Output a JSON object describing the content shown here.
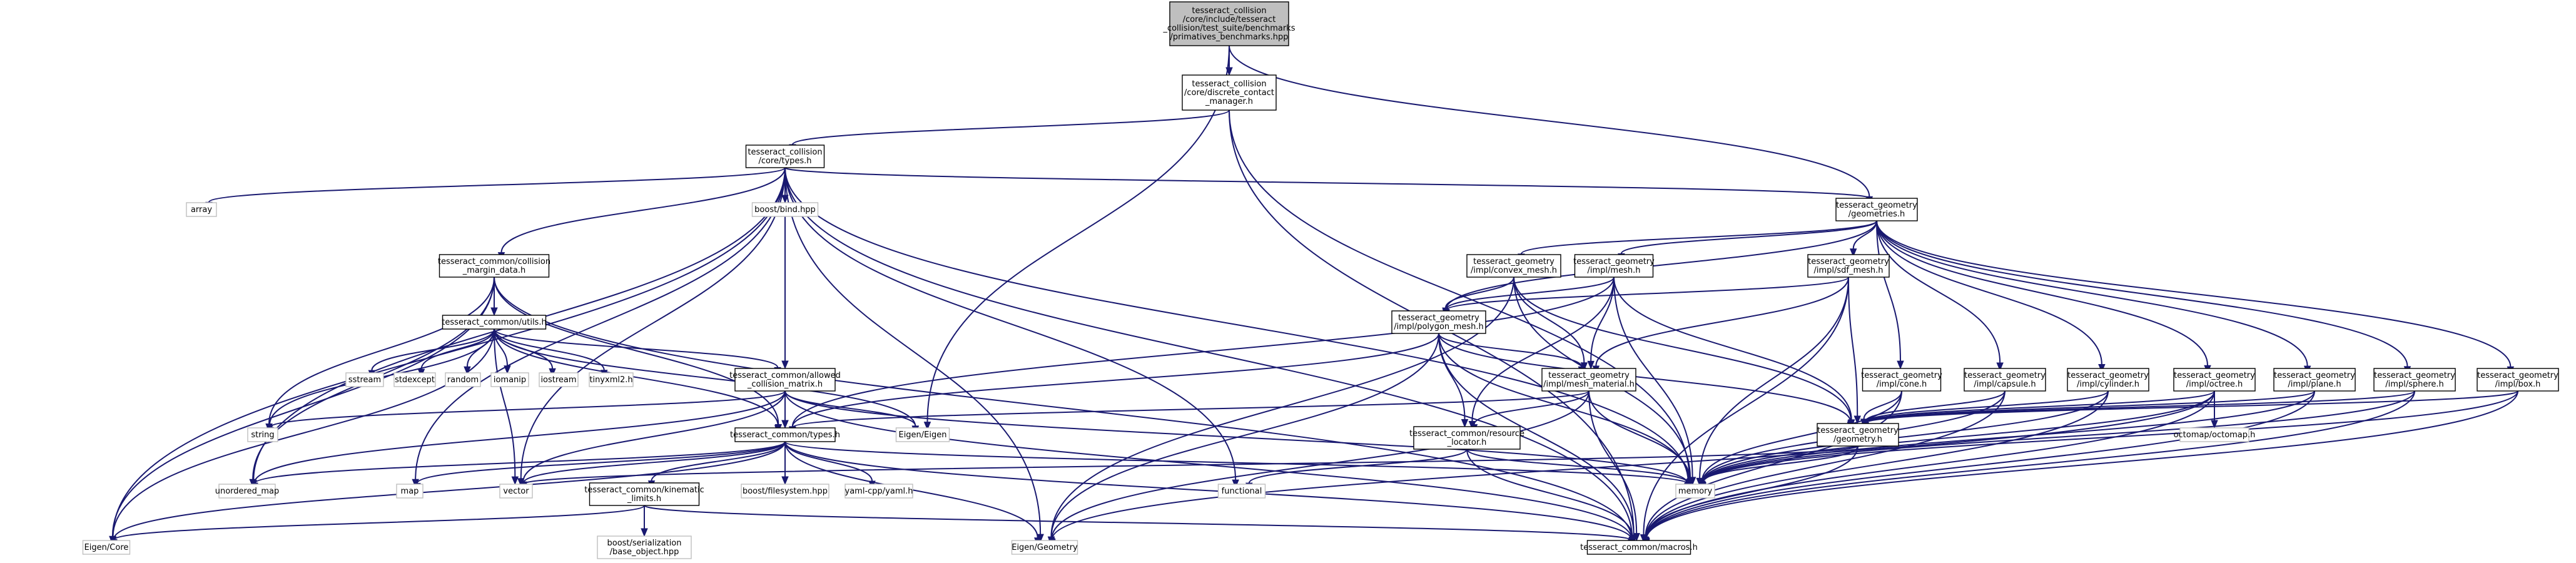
{
  "diagram": {
    "type": "include-dependency-graph",
    "nodes": [
      {
        "id": "root",
        "kind": "root",
        "lines": [
          "tesseract_collision",
          "/core/include/tesseract",
          "_collision/test_suite/benchmarks",
          "/primatives_benchmarks.hpp"
        ]
      },
      {
        "id": "dcm",
        "kind": "doc",
        "lines": [
          "tesseract_collision",
          "/core/discrete_contact",
          "_manager.h"
        ]
      },
      {
        "id": "ctypes",
        "kind": "doc",
        "lines": [
          "tesseract_collision",
          "/core/types.h"
        ]
      },
      {
        "id": "geometries",
        "kind": "doc",
        "lines": [
          "tesseract_geometry",
          "/geometries.h"
        ]
      },
      {
        "id": "array",
        "kind": "ext",
        "lines": [
          "array"
        ]
      },
      {
        "id": "boostbind",
        "kind": "ext",
        "lines": [
          "boost/bind.hpp"
        ]
      },
      {
        "id": "cmd",
        "kind": "doc",
        "lines": [
          "tesseract_common/collision",
          "_margin_data.h"
        ]
      },
      {
        "id": "utils",
        "kind": "doc",
        "lines": [
          "tesseract_common/utils.h"
        ]
      },
      {
        "id": "sstream",
        "kind": "ext",
        "lines": [
          "sstream"
        ]
      },
      {
        "id": "stdexcept",
        "kind": "ext",
        "lines": [
          "stdexcept"
        ]
      },
      {
        "id": "random",
        "kind": "ext",
        "lines": [
          "random"
        ]
      },
      {
        "id": "iomanip",
        "kind": "ext",
        "lines": [
          "iomanip"
        ]
      },
      {
        "id": "iostream",
        "kind": "ext",
        "lines": [
          "iostream"
        ]
      },
      {
        "id": "tinyxml2",
        "kind": "ext",
        "lines": [
          "tinyxml2.h"
        ]
      },
      {
        "id": "acm",
        "kind": "doc",
        "lines": [
          "tesseract_common/allowed",
          "_collision_matrix.h"
        ]
      },
      {
        "id": "string",
        "kind": "ext",
        "lines": [
          "string"
        ]
      },
      {
        "id": "eigen",
        "kind": "ext",
        "lines": [
          "Eigen/Eigen"
        ]
      },
      {
        "id": "commontypes",
        "kind": "doc",
        "lines": [
          "tesseract_common/types.h"
        ]
      },
      {
        "id": "umap",
        "kind": "ext",
        "lines": [
          "unordered_map"
        ]
      },
      {
        "id": "map",
        "kind": "ext",
        "lines": [
          "map"
        ]
      },
      {
        "id": "vector",
        "kind": "ext",
        "lines": [
          "vector"
        ]
      },
      {
        "id": "kinlim",
        "kind": "doc",
        "lines": [
          "tesseract_common/kinematic",
          "_limits.h"
        ]
      },
      {
        "id": "bfs",
        "kind": "ext",
        "lines": [
          "boost/filesystem.hpp"
        ]
      },
      {
        "id": "yaml",
        "kind": "ext",
        "lines": [
          "yaml-cpp/yaml.h"
        ]
      },
      {
        "id": "functional",
        "kind": "ext",
        "lines": [
          "functional"
        ]
      },
      {
        "id": "bser",
        "kind": "ext",
        "lines": [
          "boost/serialization",
          "/base_object.hpp"
        ]
      },
      {
        "id": "eigencore",
        "kind": "ext",
        "lines": [
          "Eigen/Core"
        ]
      },
      {
        "id": "eigengeom",
        "kind": "ext",
        "lines": [
          "Eigen/Geometry"
        ]
      },
      {
        "id": "macros",
        "kind": "doc",
        "lines": [
          "tesseract_common/macros.h"
        ]
      },
      {
        "id": "memory",
        "kind": "ext",
        "lines": [
          "memory"
        ]
      },
      {
        "id": "convex",
        "kind": "doc",
        "lines": [
          "tesseract_geometry",
          "/impl/convex_mesh.h"
        ]
      },
      {
        "id": "mesh",
        "kind": "doc",
        "lines": [
          "tesseract_geometry",
          "/impl/mesh.h"
        ]
      },
      {
        "id": "sdf",
        "kind": "doc",
        "lines": [
          "tesseract_geometry",
          "/impl/sdf_mesh.h"
        ]
      },
      {
        "id": "polygon",
        "kind": "doc",
        "lines": [
          "tesseract_geometry",
          "/impl/polygon_mesh.h"
        ]
      },
      {
        "id": "meshmat",
        "kind": "doc",
        "lines": [
          "tesseract_geometry",
          "/impl/mesh_material.h"
        ]
      },
      {
        "id": "resloc",
        "kind": "doc",
        "lines": [
          "tesseract_common/resource",
          "_locator.h"
        ]
      },
      {
        "id": "geometry",
        "kind": "doc",
        "lines": [
          "tesseract_geometry",
          "/geometry.h"
        ]
      },
      {
        "id": "cone",
        "kind": "doc",
        "lines": [
          "tesseract_geometry",
          "/impl/cone.h"
        ]
      },
      {
        "id": "capsule",
        "kind": "doc",
        "lines": [
          "tesseract_geometry",
          "/impl/capsule.h"
        ]
      },
      {
        "id": "cylinder",
        "kind": "doc",
        "lines": [
          "tesseract_geometry",
          "/impl/cylinder.h"
        ]
      },
      {
        "id": "octree",
        "kind": "doc",
        "lines": [
          "tesseract_geometry",
          "/impl/octree.h"
        ]
      },
      {
        "id": "plane",
        "kind": "doc",
        "lines": [
          "tesseract_geometry",
          "/impl/plane.h"
        ]
      },
      {
        "id": "sphere",
        "kind": "doc",
        "lines": [
          "tesseract_geometry",
          "/impl/sphere.h"
        ]
      },
      {
        "id": "box",
        "kind": "doc",
        "lines": [
          "tesseract_geometry",
          "/impl/box.h"
        ]
      },
      {
        "id": "octomap",
        "kind": "ext",
        "lines": [
          "octomap/octomap.h"
        ]
      }
    ],
    "edges": [
      [
        "root",
        "dcm"
      ],
      [
        "root",
        "geometries"
      ],
      [
        "root",
        "eigen"
      ],
      [
        "dcm",
        "ctypes"
      ],
      [
        "dcm",
        "macros"
      ],
      [
        "dcm",
        "memory"
      ],
      [
        "ctypes",
        "array"
      ],
      [
        "ctypes",
        "boostbind"
      ],
      [
        "ctypes",
        "cmd"
      ],
      [
        "ctypes",
        "acm"
      ],
      [
        "ctypes",
        "commontypes"
      ],
      [
        "ctypes",
        "geometries"
      ],
      [
        "ctypes",
        "umap"
      ],
      [
        "ctypes",
        "vector"
      ],
      [
        "ctypes",
        "functional"
      ],
      [
        "ctypes",
        "eigencore"
      ],
      [
        "ctypes",
        "eigengeom"
      ],
      [
        "ctypes",
        "macros"
      ],
      [
        "ctypes",
        "memory"
      ],
      [
        "ctypes",
        "map"
      ],
      [
        "cmd",
        "utils"
      ],
      [
        "cmd",
        "eigencore"
      ],
      [
        "cmd",
        "umap"
      ],
      [
        "cmd",
        "string"
      ],
      [
        "cmd",
        "commontypes"
      ],
      [
        "cmd",
        "macros"
      ],
      [
        "utils",
        "sstream"
      ],
      [
        "utils",
        "stdexcept"
      ],
      [
        "utils",
        "random"
      ],
      [
        "utils",
        "iomanip"
      ],
      [
        "utils",
        "iostream"
      ],
      [
        "utils",
        "tinyxml2"
      ],
      [
        "utils",
        "acm"
      ],
      [
        "utils",
        "string"
      ],
      [
        "utils",
        "eigencore"
      ],
      [
        "utils",
        "vector"
      ],
      [
        "utils",
        "commontypes"
      ],
      [
        "utils",
        "eigen"
      ],
      [
        "acm",
        "string"
      ],
      [
        "acm",
        "umap"
      ],
      [
        "acm",
        "vector"
      ],
      [
        "acm",
        "eigen"
      ],
      [
        "acm",
        "commontypes"
      ],
      [
        "acm",
        "macros"
      ],
      [
        "acm",
        "memory"
      ],
      [
        "commontypes",
        "umap"
      ],
      [
        "commontypes",
        "map"
      ],
      [
        "commontypes",
        "vector"
      ],
      [
        "commontypes",
        "kinlim"
      ],
      [
        "commontypes",
        "bfs"
      ],
      [
        "commontypes",
        "yaml"
      ],
      [
        "commontypes",
        "memory"
      ],
      [
        "commontypes",
        "eigencore"
      ],
      [
        "commontypes",
        "eigengeom"
      ],
      [
        "commontypes",
        "macros"
      ],
      [
        "kinlim",
        "bser"
      ],
      [
        "kinlim",
        "eigencore"
      ],
      [
        "kinlim",
        "macros"
      ],
      [
        "geometries",
        "convex"
      ],
      [
        "geometries",
        "mesh"
      ],
      [
        "geometries",
        "sdf"
      ],
      [
        "geometries",
        "polygon"
      ],
      [
        "geometries",
        "cone"
      ],
      [
        "geometries",
        "capsule"
      ],
      [
        "geometries",
        "cylinder"
      ],
      [
        "geometries",
        "octree"
      ],
      [
        "geometries",
        "plane"
      ],
      [
        "geometries",
        "sphere"
      ],
      [
        "geometries",
        "box"
      ],
      [
        "convex",
        "polygon"
      ],
      [
        "convex",
        "meshmat"
      ],
      [
        "convex",
        "geometry"
      ],
      [
        "convex",
        "memory"
      ],
      [
        "convex",
        "eigengeom"
      ],
      [
        "mesh",
        "polygon"
      ],
      [
        "mesh",
        "meshmat"
      ],
      [
        "mesh",
        "resloc"
      ],
      [
        "mesh",
        "geometry"
      ],
      [
        "mesh",
        "memory"
      ],
      [
        "mesh",
        "commontypes"
      ],
      [
        "sdf",
        "polygon"
      ],
      [
        "sdf",
        "meshmat"
      ],
      [
        "sdf",
        "geometry"
      ],
      [
        "sdf",
        "memory"
      ],
      [
        "sdf",
        "macros"
      ],
      [
        "polygon",
        "meshmat"
      ],
      [
        "polygon",
        "resloc"
      ],
      [
        "polygon",
        "geometry"
      ],
      [
        "polygon",
        "commontypes"
      ],
      [
        "polygon",
        "memory"
      ],
      [
        "polygon",
        "macros"
      ],
      [
        "polygon",
        "eigengeom"
      ],
      [
        "meshmat",
        "resloc"
      ],
      [
        "meshmat",
        "eigengeom"
      ],
      [
        "meshmat",
        "commontypes"
      ],
      [
        "meshmat",
        "memory"
      ],
      [
        "meshmat",
        "macros"
      ],
      [
        "resloc",
        "functional"
      ],
      [
        "resloc",
        "memory"
      ],
      [
        "resloc",
        "macros"
      ],
      [
        "geometry",
        "memory"
      ],
      [
        "geometry",
        "macros"
      ],
      [
        "geometry",
        "vector"
      ],
      [
        "cone",
        "geometry"
      ],
      [
        "cone",
        "memory"
      ],
      [
        "cone",
        "macros"
      ],
      [
        "capsule",
        "geometry"
      ],
      [
        "capsule",
        "memory"
      ],
      [
        "capsule",
        "macros"
      ],
      [
        "cylinder",
        "geometry"
      ],
      [
        "cylinder",
        "memory"
      ],
      [
        "cylinder",
        "macros"
      ],
      [
        "octree",
        "geometry"
      ],
      [
        "octree",
        "octomap"
      ],
      [
        "octree",
        "memory"
      ],
      [
        "octree",
        "macros"
      ],
      [
        "octree",
        "eigengeom"
      ],
      [
        "plane",
        "geometry"
      ],
      [
        "plane",
        "memory"
      ],
      [
        "plane",
        "macros"
      ],
      [
        "sphere",
        "geometry"
      ],
      [
        "sphere",
        "memory"
      ],
      [
        "sphere",
        "macros"
      ],
      [
        "box",
        "geometry"
      ],
      [
        "box",
        "memory"
      ],
      [
        "box",
        "macros"
      ]
    ]
  }
}
